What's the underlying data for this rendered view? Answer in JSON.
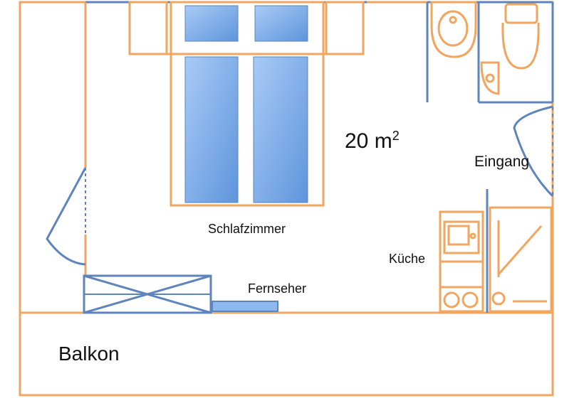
{
  "floor_plan": {
    "area": {
      "value": "20 m",
      "superscript": "2"
    },
    "rooms": {
      "bedroom": "Schlafzimmer",
      "tv": "Fernseher",
      "kitchen": "Küche",
      "entrance": "Eingang",
      "balcony": "Balkon"
    },
    "colors": {
      "outline": "#F2A55E",
      "fixture": "#5D84BC",
      "bed_fill": "#8EB8EE",
      "bed_fill_dark": "#5E95DD",
      "text": "#111111"
    }
  }
}
